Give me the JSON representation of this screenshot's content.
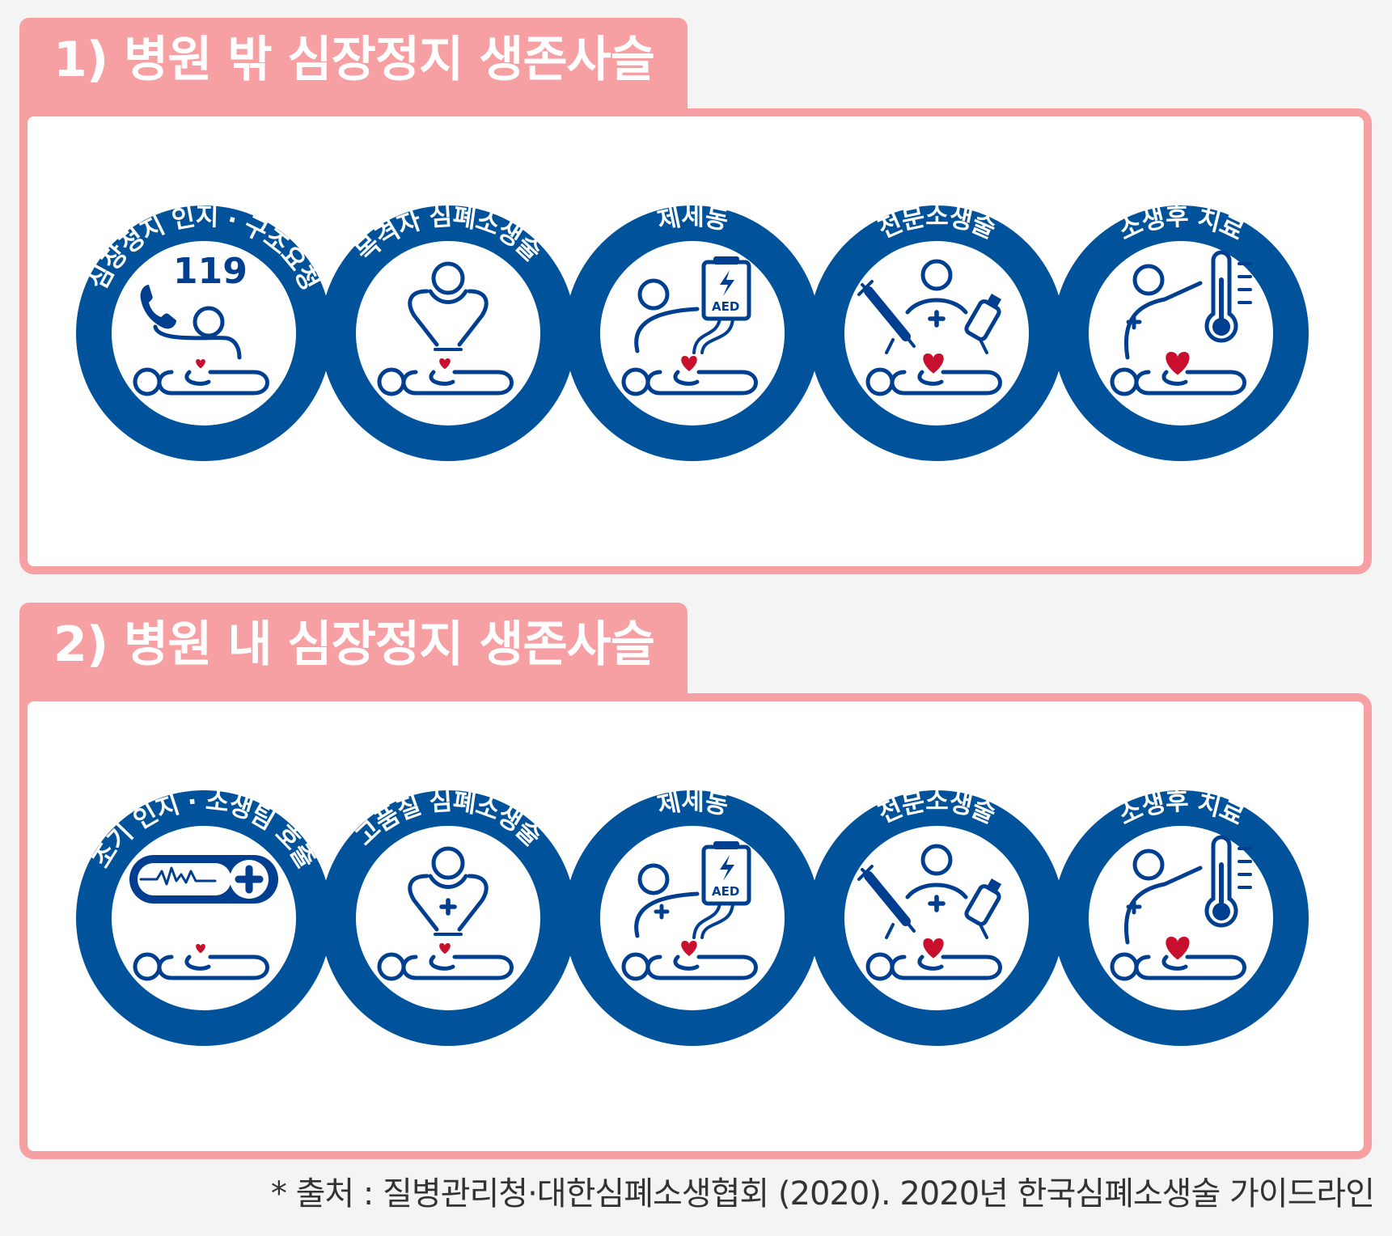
{
  "sections": [
    {
      "title": "1) 병원 밖 심장정지 생존사슬",
      "steps": [
        {
          "label": "심장정지 인지 · 구조요청",
          "icon": "phone-119-icon"
        },
        {
          "label": "목격자 심폐소생술",
          "icon": "cpr-icon"
        },
        {
          "label": "제세동",
          "icon": "aed-icon"
        },
        {
          "label": "전문소생술",
          "icon": "advanced-life-support-icon"
        },
        {
          "label": "소생후 치료",
          "icon": "thermometer-icon"
        }
      ],
      "phone_number": "119"
    },
    {
      "title": "2) 병원 내 심장정지 생존사슬",
      "steps": [
        {
          "label": "조기 인지 · 소생팀 호출",
          "icon": "monitor-alert-icon"
        },
        {
          "label": "고품질 심폐소생술",
          "icon": "cpr-icon"
        },
        {
          "label": "제세동",
          "icon": "aed-icon"
        },
        {
          "label": "전문소생술",
          "icon": "advanced-life-support-icon"
        },
        {
          "label": "소생후 치료",
          "icon": "thermometer-icon"
        }
      ]
    }
  ],
  "aed_label": "AED",
  "source": "* 출처 : 질병관리청·대한심폐소생협회 (2020). 2020년 한국심폐소생술 가이드라인",
  "colors": {
    "ring": "#00539b",
    "icon": "#003f8f",
    "heart": "#c8102e",
    "tab": "#f7a0a4"
  }
}
